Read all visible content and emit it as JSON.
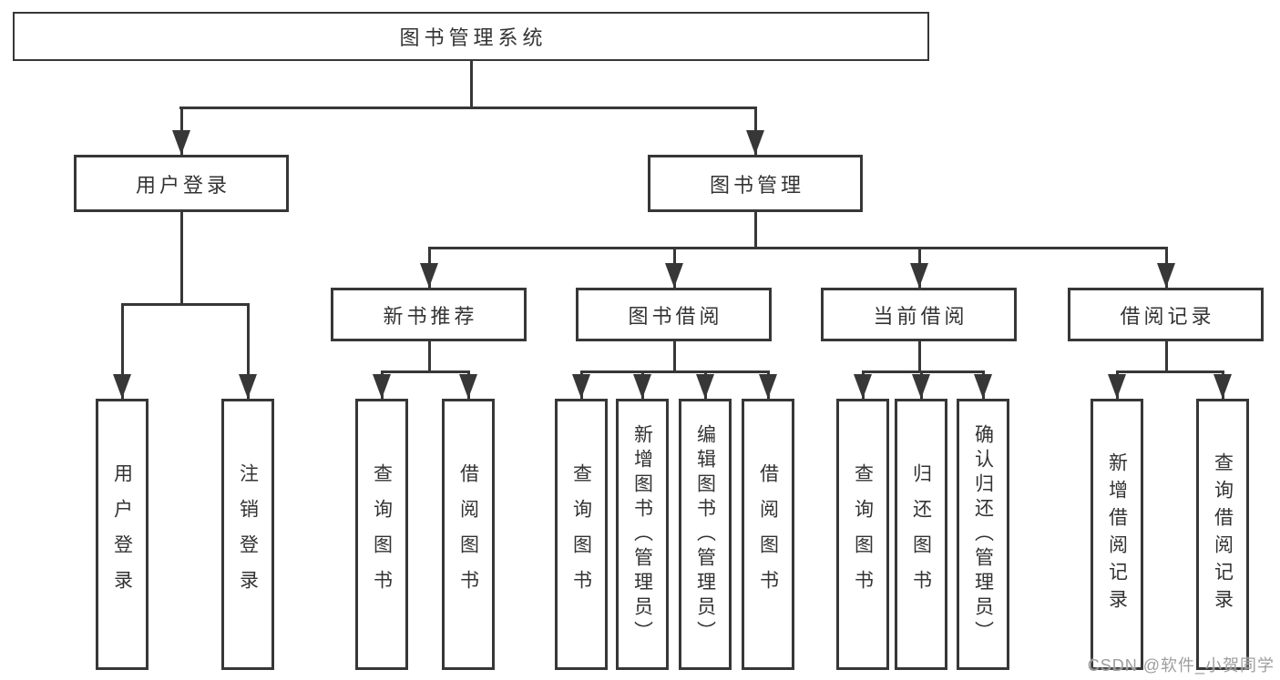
{
  "nodes": {
    "root": "图书管理系统",
    "user_login": "用户登录",
    "book_management": "图书管理",
    "new_book_recommend": "新书推荐",
    "book_borrowing": "图书借阅",
    "current_borrowing": "当前借阅",
    "borrowing_records": "借阅记录",
    "leaf_user_login": "用户登录",
    "leaf_logout": "注销登录",
    "leaf_query_books_recommend": "查询图书",
    "leaf_borrow_books_recommend": "借阅图书",
    "leaf_query_books_borrowing": "查询图书",
    "leaf_add_books_admin": "新增图书（管理员）",
    "leaf_edit_books_admin": "编辑图书（管理员）",
    "leaf_borrow_books_borrowing": "借阅图书",
    "leaf_query_books_current": "查询图书",
    "leaf_return_books": "归还图书",
    "leaf_confirm_return_admin": "确认归还（管理员）",
    "leaf_add_borrowing_record": "新增借阅记录",
    "leaf_query_borrowing_record": "查询借阅记录"
  },
  "watermark": "CSDN @软件_小贺同学",
  "colors": {
    "line": "#373737",
    "text": "#333333",
    "background": "#ffffff",
    "watermark": "#9e9e9e"
  }
}
